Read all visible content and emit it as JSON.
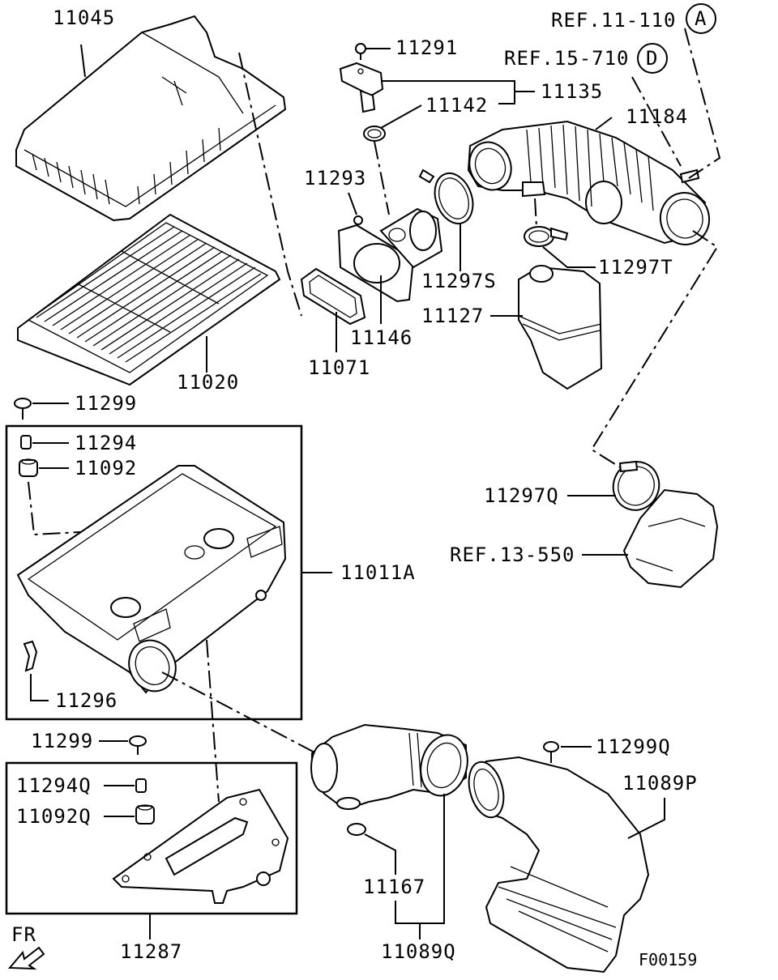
{
  "parts": {
    "p11045": "11045",
    "p11291": "11291",
    "p11135": "11135",
    "p11142": "11142",
    "p11184": "11184",
    "p11293": "11293",
    "p11297S": "11297S",
    "p11297T": "11297T",
    "p11127": "11127",
    "p11146": "11146",
    "p11071": "11071",
    "p11020": "11020",
    "p11299a": "11299",
    "p11294": "11294",
    "p11092": "11092",
    "p11011A": "11011A",
    "p11296": "11296",
    "p11297Q": "11297Q",
    "p11299b": "11299",
    "p11294Q": "11294Q",
    "p11092Q": "11092Q",
    "p11287": "11287",
    "p11167": "11167",
    "p11089Q": "11089Q",
    "p11299Q": "11299Q",
    "p11089P": "11089P"
  },
  "refs": {
    "ref_a": "REF.11-110",
    "ref_a_circle": "A",
    "ref_d": "REF.15-710",
    "ref_d_circle": "D",
    "ref_13": "REF.13-550"
  },
  "direction_label": "FR",
  "figure_code": "F00159"
}
